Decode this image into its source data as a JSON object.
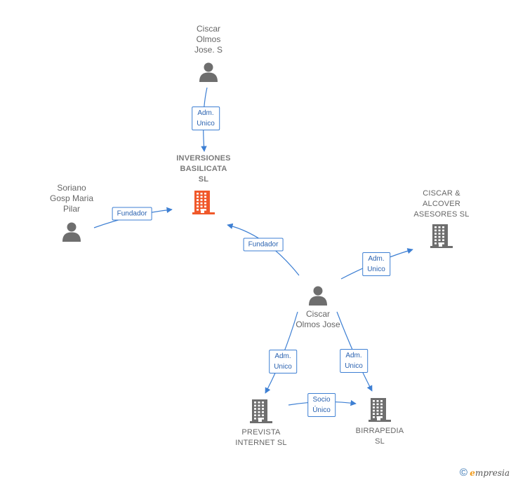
{
  "nodes": [
    {
      "id": "ciscar_s",
      "type": "person",
      "label": "Ciscar\nOlmos\nJose.  S",
      "color": "#6e6e6e"
    },
    {
      "id": "soriano",
      "type": "person",
      "label": "Soriano\nGosp Maria\nPilar",
      "color": "#6e6e6e"
    },
    {
      "id": "inversiones",
      "type": "company",
      "label": "INVERSIONES\nBASILICATA\nSL",
      "color": "#f0582a",
      "main": true
    },
    {
      "id": "ciscar_alcover",
      "type": "company",
      "label": "CISCAR &\nALCOVER\nASESORES SL",
      "color": "#6e6e6e"
    },
    {
      "id": "ciscar_jose",
      "type": "person",
      "label": "Ciscar\nOlmos Jose",
      "color": "#6e6e6e"
    },
    {
      "id": "prevista",
      "type": "company",
      "label": "PREVISTA\nINTERNET  SL",
      "color": "#6e6e6e"
    },
    {
      "id": "birrapedia",
      "type": "company",
      "label": "BIRRAPEDIA\nSL",
      "color": "#6e6e6e"
    }
  ],
  "edges": [
    {
      "from": "ciscar_s",
      "to": "inversiones",
      "label": "Adm.\nUnico"
    },
    {
      "from": "soriano",
      "to": "inversiones",
      "label": "Fundador"
    },
    {
      "from": "ciscar_jose",
      "to": "inversiones",
      "label": "Fundador"
    },
    {
      "from": "ciscar_jose",
      "to": "ciscar_alcover",
      "label": "Adm.\nUnico"
    },
    {
      "from": "ciscar_jose",
      "to": "prevista",
      "label": "Adm.\nUnico"
    },
    {
      "from": "ciscar_jose",
      "to": "birrapedia",
      "label": "Adm.\nUnico"
    },
    {
      "from": "prevista",
      "to": "birrapedia",
      "label": "Socio\nÚnico"
    }
  ],
  "colors": {
    "edge": "#3d7fd3"
  },
  "footer": {
    "copyright": "©",
    "brand_initial": "e",
    "brand_rest": "mpresia"
  }
}
